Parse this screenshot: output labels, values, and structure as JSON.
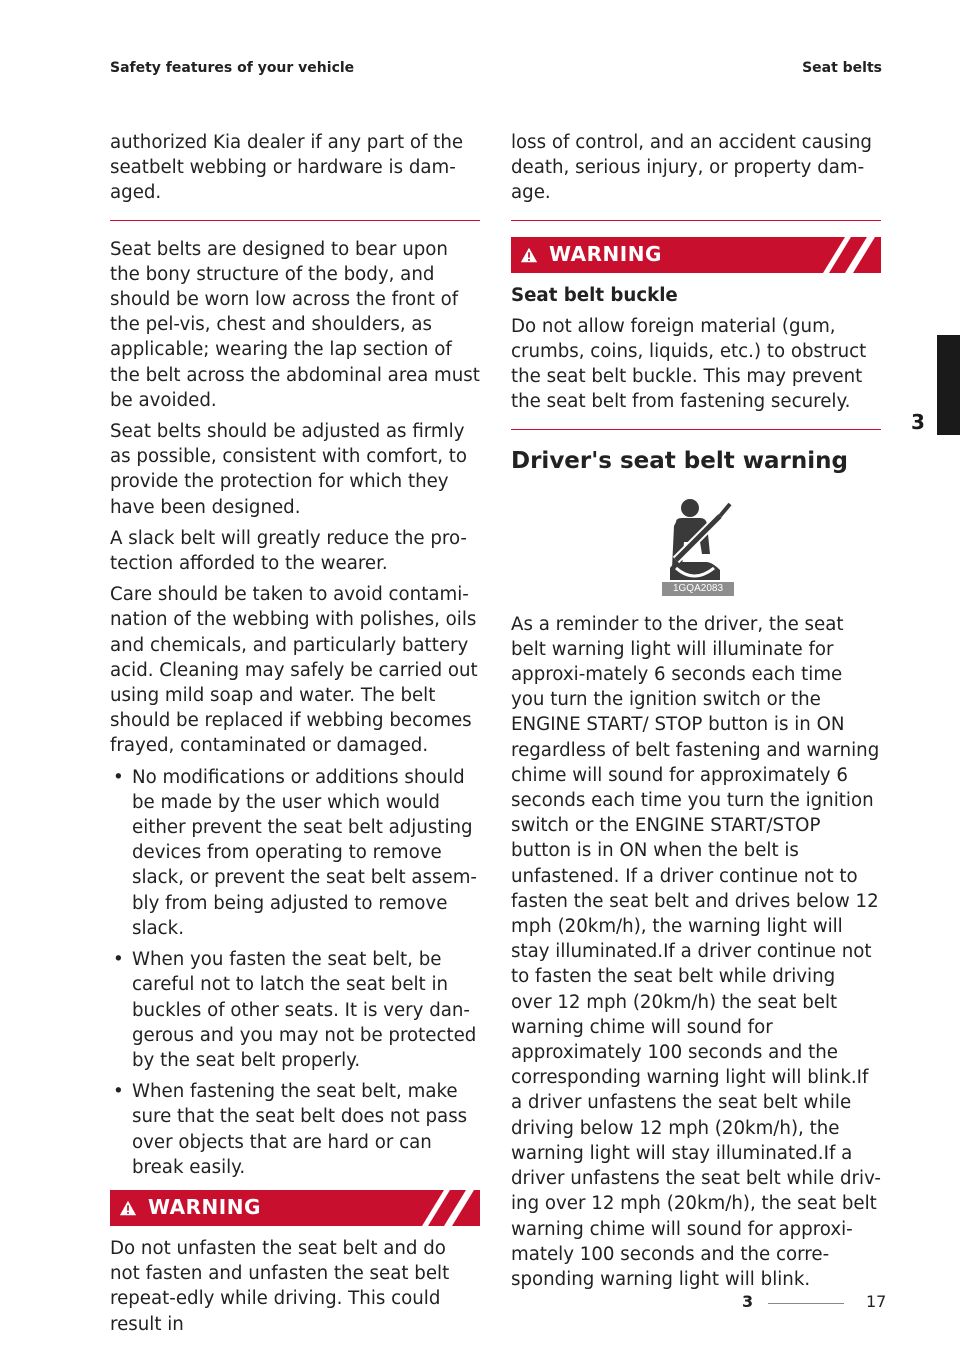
{
  "header": {
    "left": "Safety features of your vehicle",
    "right": "Seat belts"
  },
  "left_column": {
    "intro": "authorized Kia dealer if any part of the seatbelt webbing or hardware is dam-aged.",
    "paragraphs": [
      "Seat belts are designed to bear upon the bony structure of the body, and should be worn low across the front of the pel-vis, chest and shoulders, as applicable; wearing the lap section of the belt across the abdominal area must be avoided.",
      "Seat belts should be adjusted as firmly as possible, consistent with comfort, to provide the protection for which they have been designed.",
      "A slack belt will greatly reduce the pro-tection afforded to the wearer.",
      "Care should be taken to avoid contami-nation of the webbing with polishes, oils and chemicals, and particularly battery acid. Cleaning may safely be carried out using mild soap and water. The belt should be replaced if webbing becomes frayed, contaminated or damaged."
    ],
    "bullets": [
      "No modifications or additions should be made by the user which would either prevent the seat belt adjusting devices from operating to remove slack, or prevent the seat belt assem-bly from being adjusted to remove slack.",
      "When you fasten the seat belt, be careful not to latch the seat belt in buckles of other seats. It is very dan-gerous and you may not be protected by the seat belt properly.",
      "When fastening the seat belt, make sure that the seat belt does not pass over objects that are hard or can break easily."
    ],
    "warning": {
      "label": "WARNING",
      "text": "Do not unfasten the seat belt and do not fasten and unfasten the seat belt repeat-edly while driving. This could result in"
    }
  },
  "right_column": {
    "continuation": "loss of control, and an accident causing death, serious injury, or property dam-age.",
    "warning": {
      "label": "WARNING",
      "heading": "Seat belt buckle",
      "text": "Do not allow foreign material (gum, crumbs, coins, liquids, etc.) to obstruct the seat belt buckle. This may prevent the seat belt from fastening securely."
    },
    "section_title": "Driver's seat belt warning",
    "figure_code": "1GQA2083",
    "body": "As a reminder to the driver, the seat belt warning light will illuminate for approxi-mately 6 seconds each time you turn the ignition switch or the ENGINE START/ STOP button is in ON regardless of belt fastening and warning chime will sound for approximately 6 seconds each time you turn the ignition switch or the ENGINE START/STOP button is in ON when the belt is unfastened. If a driver continue not to fasten the seat belt and drives below 12 mph (20km/h), the warning light will stay illuminated.If a driver continue not to fasten the seat belt while driving over 12 mph (20km/h) the seat belt warning chime will sound for approximately 100 seconds and the corresponding warning light will blink.If a driver unfastens the seat belt while driving below 12 mph (20km/h), the warning light will stay illuminated.If a driver unfastens the seat belt while driv-ing over 12 mph (20km/h), the seat belt warning chime will sound for approxi-mately 100 seconds and the corre-sponding warning light will blink."
  },
  "side_tab": {
    "chapter": "3"
  },
  "footer": {
    "section": "3",
    "page": "17"
  },
  "colors": {
    "accent": "#c8102e",
    "tab": "#1a1a1a",
    "icon": "#3a3a3a"
  },
  "icons": [
    "warning-icon",
    "seat-belt-icon"
  ]
}
